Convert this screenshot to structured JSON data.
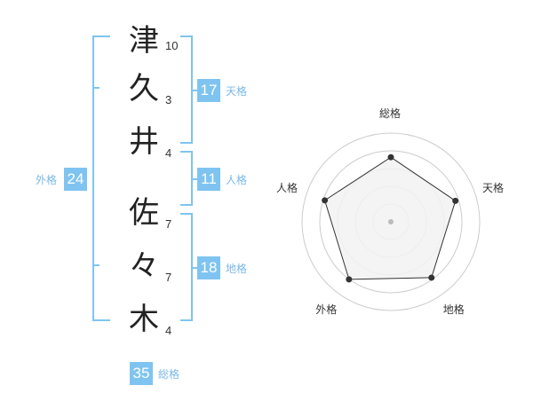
{
  "characters": [
    {
      "char": "津",
      "strokes": "10"
    },
    {
      "char": "久",
      "strokes": "3"
    },
    {
      "char": "井",
      "strokes": "4"
    },
    {
      "char": "佐",
      "strokes": "7"
    },
    {
      "char": "々",
      "strokes": "7"
    },
    {
      "char": "木",
      "strokes": "4"
    }
  ],
  "kakusu": {
    "tenkaku": {
      "value": "17",
      "label": "天格"
    },
    "jinkaku": {
      "value": "11",
      "label": "人格"
    },
    "chikaku": {
      "value": "18",
      "label": "地格"
    },
    "gaikaku": {
      "value": "24",
      "label": "外格"
    },
    "soukaku": {
      "value": "35",
      "label": "総格"
    }
  },
  "chart_data": {
    "type": "radar",
    "axes": [
      "総格",
      "天格",
      "地格",
      "外格",
      "人格"
    ],
    "range": [
      0,
      5
    ],
    "levels": 4,
    "values": [
      3.64,
      3.82,
      3.89,
      4.01,
      3.91
    ],
    "colors": {
      "fill": "#f2f2f2",
      "line": "#333333",
      "grid": "#cccccc",
      "center": "#bbbbbb"
    }
  }
}
